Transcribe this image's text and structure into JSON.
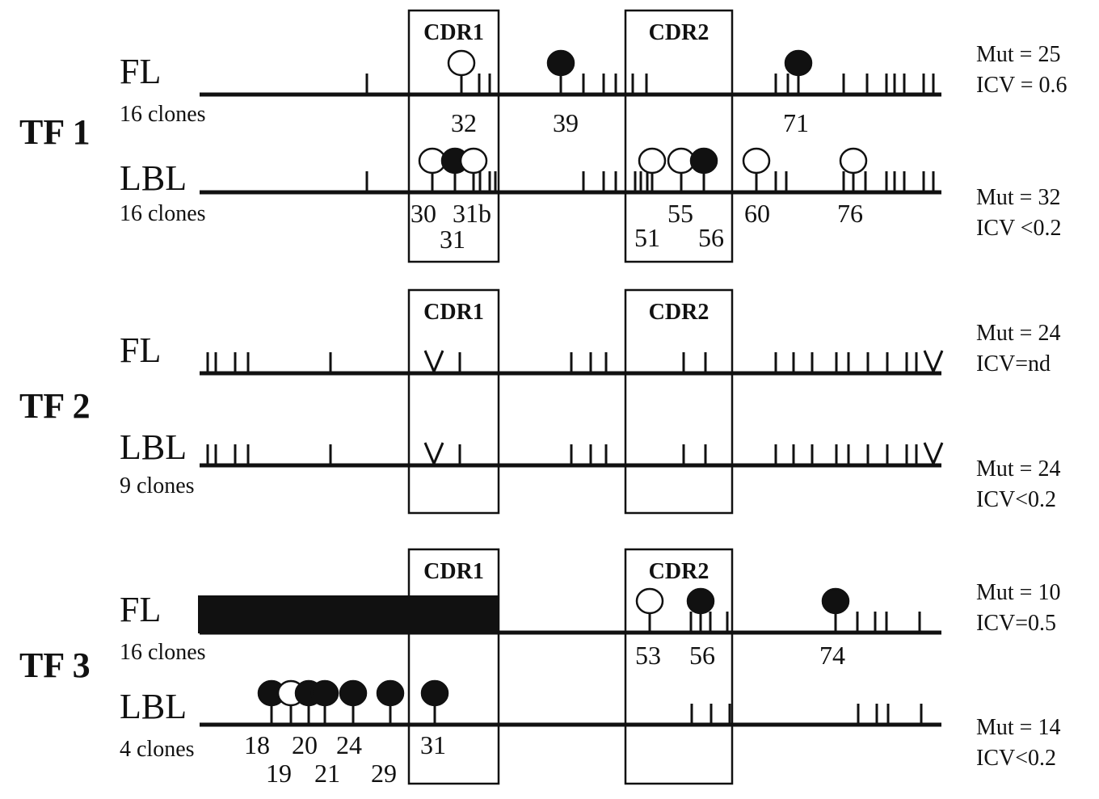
{
  "colors": {
    "ink": "#111111",
    "background": "#ffffff"
  },
  "cdr_labels": [
    "CDR1",
    "CDR2"
  ],
  "panels": [
    {
      "title": "TF 1",
      "rows": [
        {
          "name": "FL",
          "clones": "16 clones",
          "mut": "Mut = 25",
          "icv": "ICV = 0.6",
          "markers": [
            {
              "label": "32",
              "fill": "open"
            },
            {
              "label": "39",
              "fill": "filled"
            },
            {
              "label": "71",
              "fill": "filled"
            }
          ]
        },
        {
          "name": "LBL",
          "clones": "16 clones",
          "mut": "Mut = 32",
          "icv": "ICV <0.2",
          "markers": [
            {
              "label": "30",
              "fill": "open"
            },
            {
              "label": "31",
              "fill": "filled"
            },
            {
              "label": "31b",
              "fill": "open"
            },
            {
              "label": "51",
              "fill": "open"
            },
            {
              "label": "55",
              "fill": "open"
            },
            {
              "label": "56",
              "fill": "filled"
            },
            {
              "label": "60",
              "fill": "open"
            },
            {
              "label": "76",
              "fill": "open"
            }
          ]
        }
      ]
    },
    {
      "title": "TF 2",
      "rows": [
        {
          "name": "FL",
          "clones": "",
          "mut": "Mut = 24",
          "icv": "ICV=nd",
          "markers": []
        },
        {
          "name": "LBL",
          "clones": "9 clones",
          "mut": "Mut = 24",
          "icv": "ICV<0.2",
          "markers": []
        }
      ]
    },
    {
      "title": "TF 3",
      "rows": [
        {
          "name": "FL",
          "clones": "16 clones",
          "mut": "Mut = 10",
          "icv": "ICV=0.5",
          "markers": [
            {
              "label": "53",
              "fill": "open"
            },
            {
              "label": "56",
              "fill": "filled"
            },
            {
              "label": "74",
              "fill": "filled"
            }
          ]
        },
        {
          "name": "LBL",
          "clones": "4 clones",
          "mut": "Mut = 14",
          "icv": "ICV<0.2",
          "markers": [
            {
              "label": "18",
              "fill": "filled"
            },
            {
              "label": "19",
              "fill": "open"
            },
            {
              "label": "20",
              "fill": "filled"
            },
            {
              "label": "21",
              "fill": "filled"
            },
            {
              "label": "24",
              "fill": "filled"
            },
            {
              "label": "29",
              "fill": "filled"
            },
            {
              "label": "31",
              "fill": "filled"
            }
          ]
        }
      ]
    }
  ]
}
